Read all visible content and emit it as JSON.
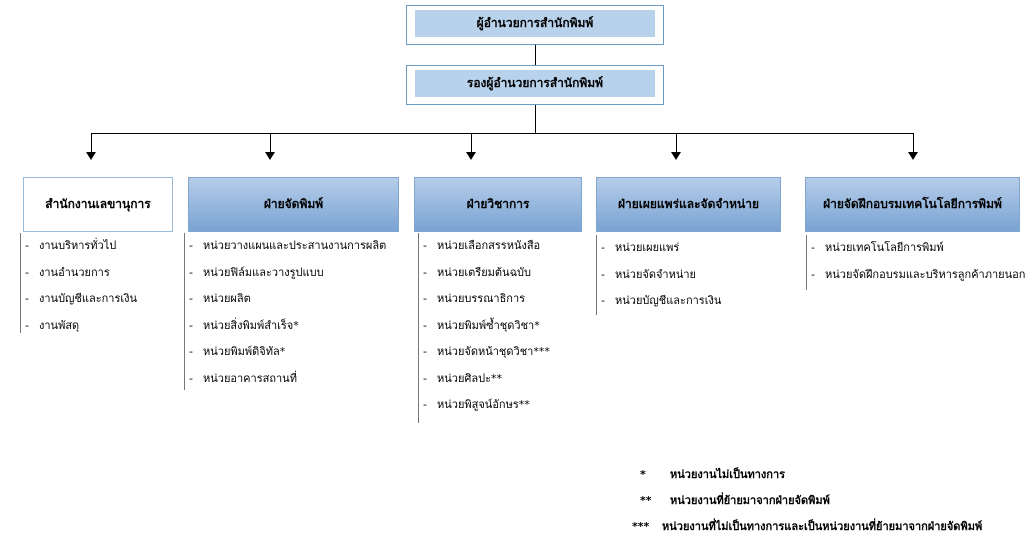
{
  "director": "ผู้อำนวยการสำนักพิมพ์",
  "deputy": "รองผู้อำนวยการสำนักพิมพ์",
  "departments": [
    {
      "name": "สำนักงานเลขานุการ",
      "units": [
        "งานบริหารทั่วไป",
        "งานอำนวยการ",
        "งานบัญชีและการเงิน",
        "งานพัสดุ"
      ]
    },
    {
      "name": "ฝ่ายจัดพิมพ์",
      "units": [
        "หน่วยวางแผนและประสานงานการผลิต",
        "หน่วยฟิล์มและวางรูปแบบ",
        "หน่วยผลิต",
        "หน่วยสิ่งพิมพ์สำเร็จ*",
        "หน่วยพิมพ์ดิจิทัล*",
        "หน่วยอาคารสถานที่"
      ]
    },
    {
      "name": "ฝ่ายวิชาการ",
      "units": [
        "หน่วยเลือกสรรหนังสือ",
        "หน่วยเตรียมต้นฉบับ",
        "หน่วยบรรณาธิการ",
        "หน่วยพิมพ์ซ้ำชุดวิชา*",
        "หน่วยจัดหน้าชุดวิชา***",
        "หน่วยศิลปะ**",
        "หน่วยพิสูจน์อักษร**"
      ]
    },
    {
      "name": "ฝ่ายเผยแพร่และจัดจำหน่าย",
      "units": [
        "หน่วยเผยแพร่",
        "หน่วยจัดจำหน่าย",
        "หน่วยบัญชีและการเงิน"
      ]
    },
    {
      "name": "ฝ่ายจัดฝึกอบรมเทคโนโลยีการพิมพ์",
      "units": [
        "หน่วยเทคโนโลยีการพิมพ์",
        "หน่วยจัดฝึกอบรมและบริหารลูกค้าภายนอก"
      ]
    }
  ],
  "legend": [
    {
      "mark": "*",
      "text": "หน่วยงานไม่เป็นทางการ"
    },
    {
      "mark": "**",
      "text": "หน่วยงานที่ย้ายมาจากฝ่ายจัดพิมพ์"
    },
    {
      "mark": "***",
      "text": "หน่วยงานที่ไม่เป็นทางการและเป็นหน่วยงานที่ย้ายมาจากฝ่ายจัดพิมพ์"
    }
  ]
}
